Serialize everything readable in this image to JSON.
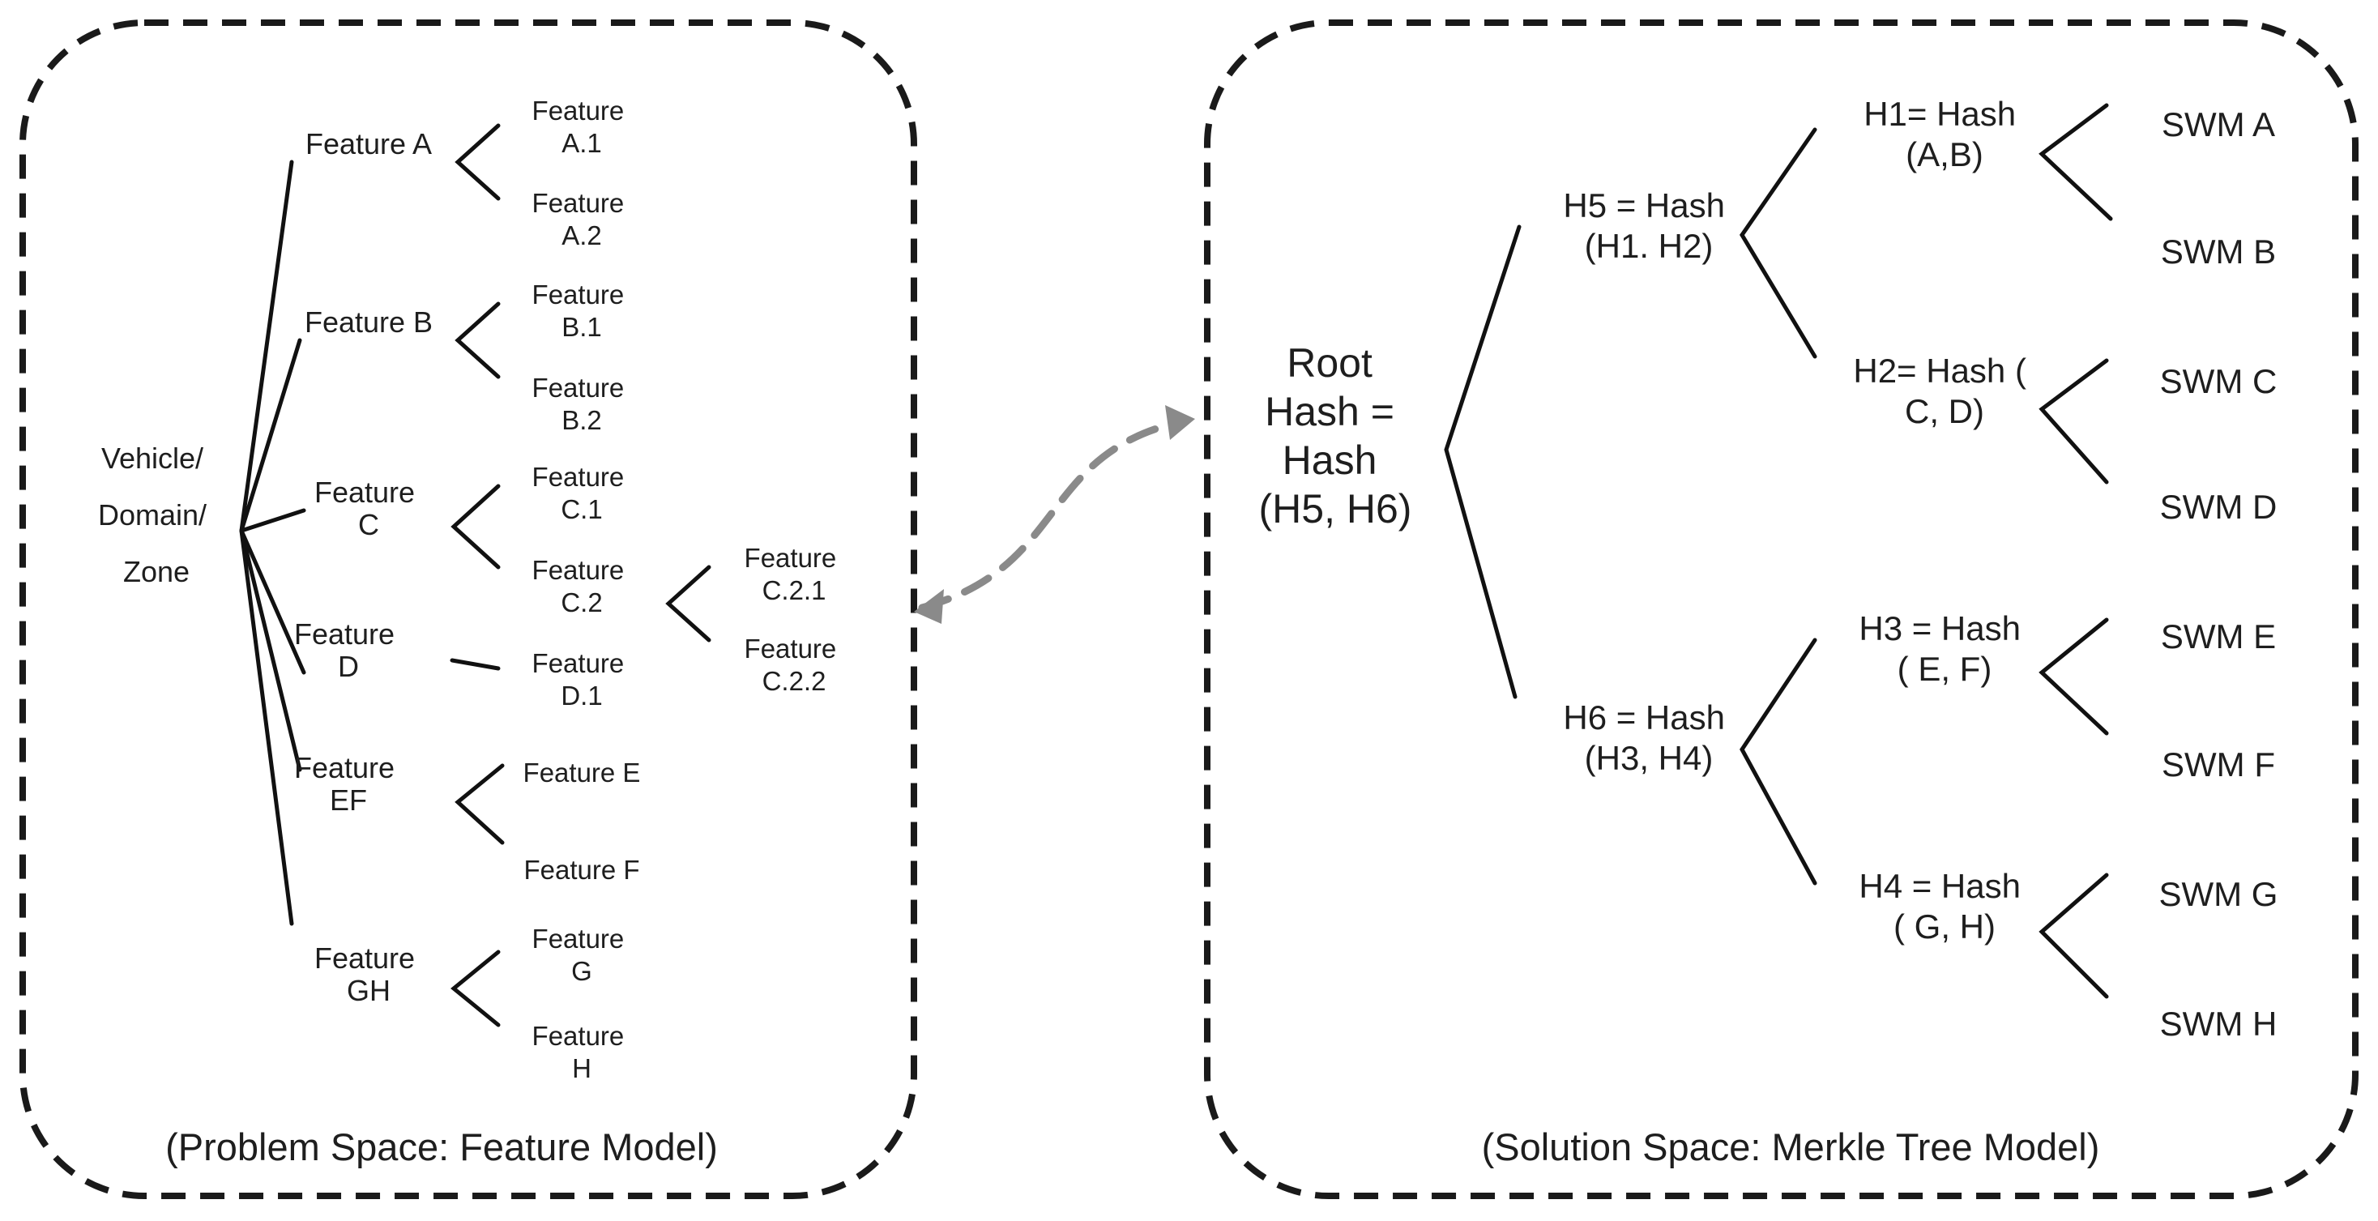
{
  "problem_space": {
    "caption": "(Problem Space: Feature Model)",
    "root": [
      "Vehicle/",
      "Domain/",
      "Zone"
    ],
    "feature_a": {
      "label": "Feature A",
      "children": [
        [
          "Feature",
          "A.1"
        ],
        [
          "Feature",
          "A.2"
        ]
      ]
    },
    "feature_b": {
      "label": "Feature B",
      "children": [
        [
          "Feature",
          "B.1"
        ],
        [
          "Feature",
          "B.2"
        ]
      ]
    },
    "feature_c": {
      "label": [
        "Feature",
        "C"
      ],
      "children": [
        [
          "Feature",
          "C.1"
        ],
        [
          "Feature",
          "C.2"
        ]
      ]
    },
    "feature_c2": {
      "children": [
        [
          "Feature",
          "C.2.1"
        ],
        [
          "Feature",
          "C.2.2"
        ]
      ]
    },
    "feature_d": {
      "label": [
        "Feature",
        "D"
      ],
      "children": [
        [
          "Feature",
          "D.1"
        ]
      ]
    },
    "feature_ef": {
      "label": [
        "Feature",
        "EF"
      ],
      "children": [
        "Feature E",
        "Feature F"
      ]
    },
    "feature_gh": {
      "label": [
        "Feature",
        "GH"
      ],
      "children": [
        [
          "Feature",
          "G"
        ],
        [
          "Feature",
          "H"
        ]
      ]
    }
  },
  "solution_space": {
    "caption": "(Solution Space: Merkle Tree Model)",
    "root": [
      "Root",
      "Hash =",
      "Hash",
      "(H5, H6)"
    ],
    "h5": [
      "H5 = Hash",
      "(H1. H2)"
    ],
    "h6": [
      "H6 = Hash",
      "(H3, H4)"
    ],
    "h1": [
      "H1= Hash",
      "(A,B)"
    ],
    "h2": [
      "H2= Hash (",
      "C, D)"
    ],
    "h3": [
      "H3 = Hash",
      "( E, F)"
    ],
    "h4": [
      "H4 = Hash",
      "( G, H)"
    ],
    "leaves": [
      "SWM A",
      "SWM B",
      "SWM C",
      "SWM D",
      "SWM E",
      "SWM F",
      "SWM G",
      "SWM H"
    ]
  }
}
